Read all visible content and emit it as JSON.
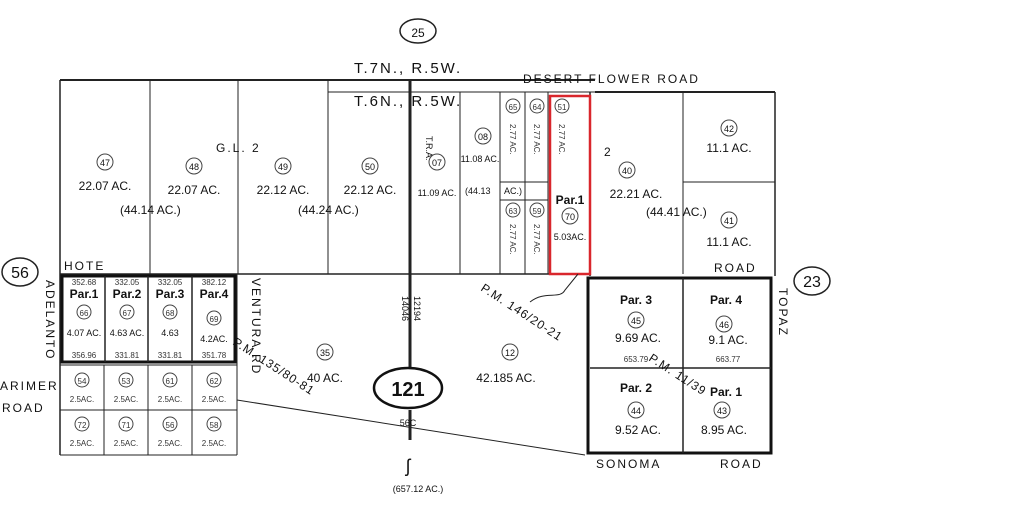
{
  "map": {
    "top_badge": "25",
    "left_badge": "56",
    "right_badge": "23",
    "center_badge": "121",
    "center_sub": "56C",
    "bottom_text": "(657.12 AC.)",
    "road_desert_flower": "DESERT FLOWER ROAD",
    "road_hote": "HOTE",
    "road_adelanto": "ADELANTO",
    "road_larimer": "ARIMER",
    "road_road_left": "ROAD",
    "road_ventura": "VENTURA RD",
    "road_road_right": "ROAD",
    "road_topaz": "TOPAZ",
    "road_sonoma": "SONOMA",
    "road_sonoma_road": "ROAD",
    "township_top": "T.7N., R.5W.",
    "township_bottom": "T.6N., R.5W.",
    "gl_left": "G.L. 2",
    "gl_right": "2",
    "pm_left": "P.M. 135/80-81",
    "pm_center": "P.M. 146/20-21",
    "pm_right": "P.M. 11/39",
    "tra": "T.R.A.",
    "tra_code": "12194",
    "tra_code2": "14046",
    "highlight_color": "#d9262c"
  },
  "top_parcels": [
    {
      "num": "47",
      "acres": "22.07 AC."
    },
    {
      "num": "48",
      "acres": "22.07 AC."
    },
    {
      "num": "49",
      "acres": "22.12 AC."
    },
    {
      "num": "50",
      "acres": "22.12 AC."
    },
    {
      "num": "07",
      "acres": "11.09 AC."
    },
    {
      "num": "08",
      "acres": "11.08 AC."
    },
    {
      "num": "40",
      "acres": "22.21 AC."
    },
    {
      "num": "42",
      "acres": "11.1 AC."
    },
    {
      "num": "41",
      "acres": "11.1 AC."
    }
  ],
  "totals": {
    "t1": "(44.14 AC.)",
    "t2": "(44.24 AC.)",
    "t3": "(44.13",
    "t3b": "AC.)",
    "t4": "(44.41 AC.)"
  },
  "strips": [
    {
      "num": "65",
      "acres": "2.77 AC."
    },
    {
      "num": "64",
      "acres": "2.77 AC."
    },
    {
      "num": "51",
      "acres": "2.77 AC."
    },
    {
      "num": "63",
      "acres": "2.77 AC."
    },
    {
      "num": "59",
      "acres": "2.77 AC."
    }
  ],
  "red_parcel": {
    "par": "Par.1",
    "num": "70",
    "acres": "5.03AC."
  },
  "left_pars": [
    {
      "par": "Par.1",
      "num": "66",
      "acres": "4.07 AC."
    },
    {
      "par": "Par.2",
      "num": "67",
      "acres": "4.63 AC."
    },
    {
      "par": "Par.3",
      "num": "68",
      "acres": "4.63"
    },
    {
      "par": "Par.4",
      "num": "69",
      "acres": "4.2AC."
    }
  ],
  "left_dims_top": [
    "352.68",
    "332.05",
    "332.05",
    "382.12"
  ],
  "left_dims_bot": [
    "356.96",
    "331.81",
    "331.81",
    "351.78"
  ],
  "small_lots_row1": [
    {
      "num": "54",
      "acres": "2.5AC."
    },
    {
      "num": "53",
      "acres": "2.5AC."
    },
    {
      "num": "61",
      "acres": "2.5AC."
    },
    {
      "num": "62",
      "acres": "2.5AC."
    }
  ],
  "small_lots_row2": [
    {
      "num": "72",
      "acres": "2.5AC."
    },
    {
      "num": "71",
      "acres": "2.5AC."
    },
    {
      "num": "56",
      "acres": "2.5AC."
    },
    {
      "num": "58",
      "acres": "2.5AC."
    }
  ],
  "mid_parcels": [
    {
      "num": "35",
      "acres": "40 AC."
    },
    {
      "num": "12",
      "acres": "42.185 AC."
    }
  ],
  "right_pars": [
    {
      "par": "Par. 3",
      "num": "45",
      "acres": "9.69 AC."
    },
    {
      "par": "Par. 4",
      "num": "46",
      "acres": "9.1 AC."
    },
    {
      "par": "Par. 2",
      "num": "44",
      "acres": "9.52 AC."
    },
    {
      "par": "Par. 1",
      "num": "43",
      "acres": "8.95 AC."
    }
  ],
  "right_dims": [
    "653.79",
    "663.77"
  ]
}
